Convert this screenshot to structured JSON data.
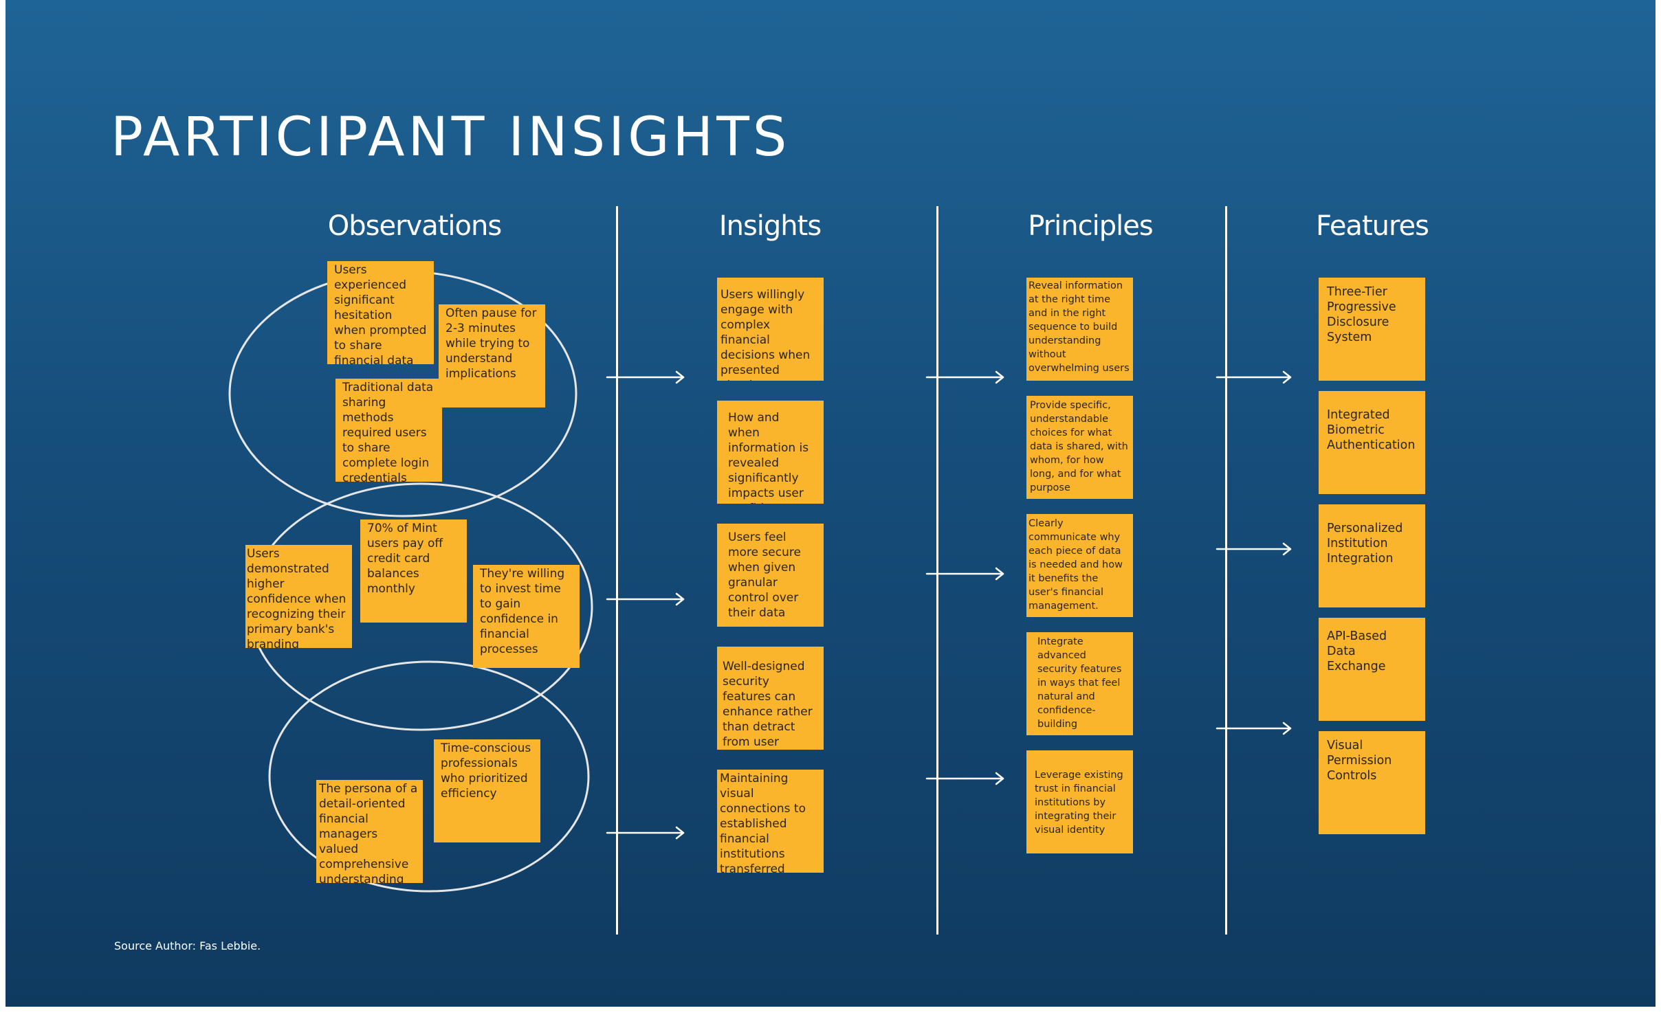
{
  "title": "PARTICIPANT INSIGHTS",
  "columns": {
    "observations": "Observations",
    "insights": "Insights",
    "principles": "Principles",
    "features": "Features"
  },
  "observations": [
    "Users experienced significant hesitation when prompted to share financial data",
    "Often pause for 2-3 minutes while trying to understand implications",
    "Traditional data sharing methods required users to share complete login credentials",
    "Users demonstrated higher confidence when recognizing their primary bank's branding",
    "70% of Mint users pay off credit card balances monthly",
    "They're willing to invest time to gain confidence in financial processes",
    "Time-conscious professionals who prioritized efficiency",
    "The persona of a detail-oriented financial managers valued comprehensive understanding"
  ],
  "insights": [
    "Users willingly engage with complex financial decisions when presented clearly",
    "How and when information is revealed significantly impacts user confidence",
    "Users feel more secure when given granular control over their data",
    "Well-designed security features can enhance rather than detract from user experience",
    "Maintaining visual connections to established financial institutions transferred existing trust"
  ],
  "principles": [
    "Reveal information at the right time and in the right sequence to build understanding without overwhelming users",
    "Provide specific, understandable choices for what data is shared, with whom, for how long, and for what purpose",
    "Clearly communicate why each piece of data is needed and how it benefits  the user's financial management.",
    "Integrate advanced security features in ways that feel natural and confidence-building",
    "Leverage existing trust in financial institutions by integrating their visual identity"
  ],
  "features": [
    "Three-Tier Progressive Disclosure System",
    "Integrated Biometric Authentication",
    "Personalized Institution Integration",
    "API-Based Data Exchange",
    "Visual Permission Controls"
  ],
  "source": "Source Author: Fas Lebbie.",
  "colors": {
    "background_top": "#1f6496",
    "background_bottom": "#0f3a60",
    "sticky_note": "#fbb52d",
    "lines": "#ffffff"
  }
}
